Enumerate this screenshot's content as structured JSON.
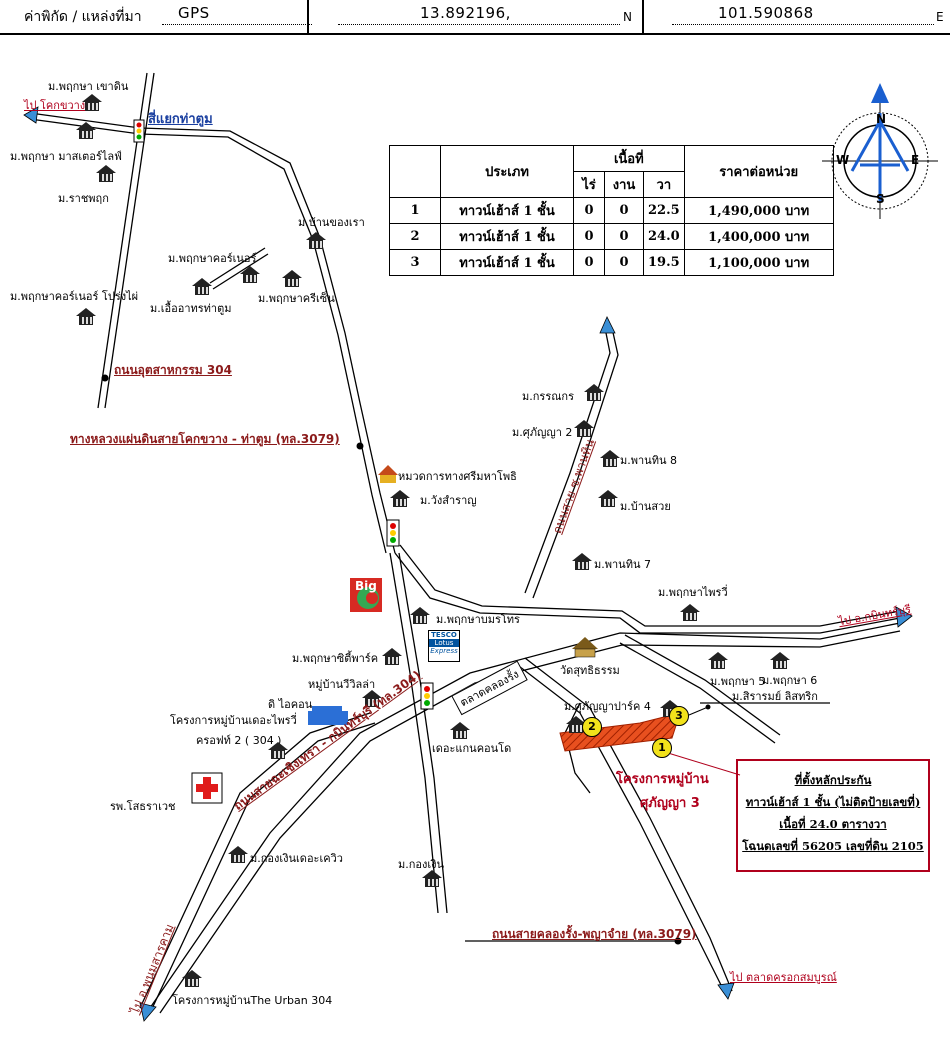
{
  "coords": {
    "label": "ค่าพิกัด / แหล่งที่มา",
    "source": "GPS",
    "lat": "13.892196,",
    "lat_suffix": "N",
    "lon": "101.590868",
    "lon_suffix": "E"
  },
  "compass": {
    "n": "N",
    "s": "S",
    "e": "E",
    "w": "W"
  },
  "price_table": {
    "headers": {
      "type": "ประเภท",
      "area": "เนื้อที่",
      "rai": "ไร่",
      "ngan": "งาน",
      "wa": "วา",
      "price": "ราคาต่อหน่วย"
    },
    "rows": [
      {
        "no": "1",
        "type": "ทาวน์เฮ้าส์ 1 ชั้น",
        "rai": "0",
        "ngan": "0",
        "wa": "22.5",
        "price": "1,490,000 บาท"
      },
      {
        "no": "2",
        "type": "ทาวน์เฮ้าส์ 1 ชั้น",
        "rai": "0",
        "ngan": "0",
        "wa": "24.0",
        "price": "1,400,000 บาท"
      },
      {
        "no": "3",
        "type": "ทาวน์เฮ้าส์ 1 ชั้น",
        "rai": "0",
        "ngan": "0",
        "wa": "19.5",
        "price": "1,100,000 บาท"
      }
    ]
  },
  "legend": {
    "title": "ที่ตั้งหลักประกัน",
    "line1": "ทาวน์เฮ้าส์ 1 ชั้น (ไม่ติดป้ายเลขที่)",
    "line2": "เนื้อที่ 24.0 ตารางวา",
    "line3": "โฉนดเลขที่ 56205 เลขที่ดิน 2105"
  },
  "project": {
    "line1": "โครงการหมู่บ้าน",
    "line2": "ศุภัญญา 3"
  },
  "markers": {
    "m1": "1",
    "m2": "2",
    "m3": "3"
  },
  "places": {
    "p1": "ม.พฤกษา เขาดิน",
    "p2": "ม.พฤกษา มาสเตอร์ไลฟ์",
    "p3": "ม.ราชพฤก",
    "p4": "ม.พฤกษาคอร์เนอร์ โปร่งไผ่",
    "p5": "ม.บ้านของเรา",
    "p6": "ม.พฤกษาคอร์เนอร์",
    "p7": "ม.เอื้ออาทรท่าตูม",
    "p8": "ม.พฤกษาครีเซ็น",
    "p9": "ม.กรรณกร",
    "p10": "ม.ศุภัญญา 2",
    "p11": "ม.พานทิน 8",
    "p12": "ม.บ้านสวย",
    "p13": "หมวดการทางศรีมหาโพธิ",
    "p14": "ม.วังสำราญ",
    "p15": "ม.พานทิน 7",
    "p16": "ม.พฤกษาไพรวี่",
    "p17": "ม.พฤกษาบมรโทร",
    "p18": "วัดสุทธิธรรม",
    "p19": "ม.พฤกษาซิตี้พาร์ค",
    "p20": "หมู่บ้านวีวิลล่า",
    "p21": "ดิ ไอคอน",
    "p22": "โครงการหมู่บ้านเดอะไพรวี่",
    "p23": "ครอฟท์ 2 ( 304 )",
    "p24": "ม.พฤกษา 5",
    "p25": "ม.พฤกษา 6",
    "p26": "ม.ศุภัญญาปาร์ค 4",
    "p27": "ม.สิรารมย์ ลิสทริก",
    "p28": "เดอะแกนคอนโด",
    "p29": "รพ.โสธราเวช",
    "p30": "ม.กองเงินเดอะเควิว",
    "p31": "ม.กองเงิน",
    "p32": "โครงการหมู่บ้านThe Urban 304",
    "p33": "ตลาดคลองรั้ง"
  },
  "roads": {
    "r1": "ถนนอุตสาหกรรม 304",
    "r2": "ทางหลวงแผ่นดินสายโคกขวาง - ท่าตูม (ทล.3079)",
    "r3": "ถนนสายคลองรั้ง-พญาจำย (ทล.3079)",
    "r4": "ถนนสายฉะเชิงเทรา - กบินทร์บุรี (ทล.304)",
    "r5": "ถนนสาย ซ.พานทิน",
    "r6": "ไป อ.พนมสารคาม"
  },
  "destinations": {
    "d1": "ไป โคกขวาง",
    "d2": "ไป อ.กบินทร์บุรี",
    "d3": "ไป ตลาดครอกสมบูรณ์"
  },
  "junction": "สี่แยกท่าตูม",
  "brands": {
    "big": "Big",
    "tesco1": "TESCO",
    "tesco2": "Lotus",
    "tesco3": "Express"
  },
  "colors": {
    "road_label": "#8b1a1a",
    "dest": "#b0001c",
    "marker": "#f2e21b",
    "plot": "#e8501f",
    "compass_blue": "#1a5fd0"
  }
}
